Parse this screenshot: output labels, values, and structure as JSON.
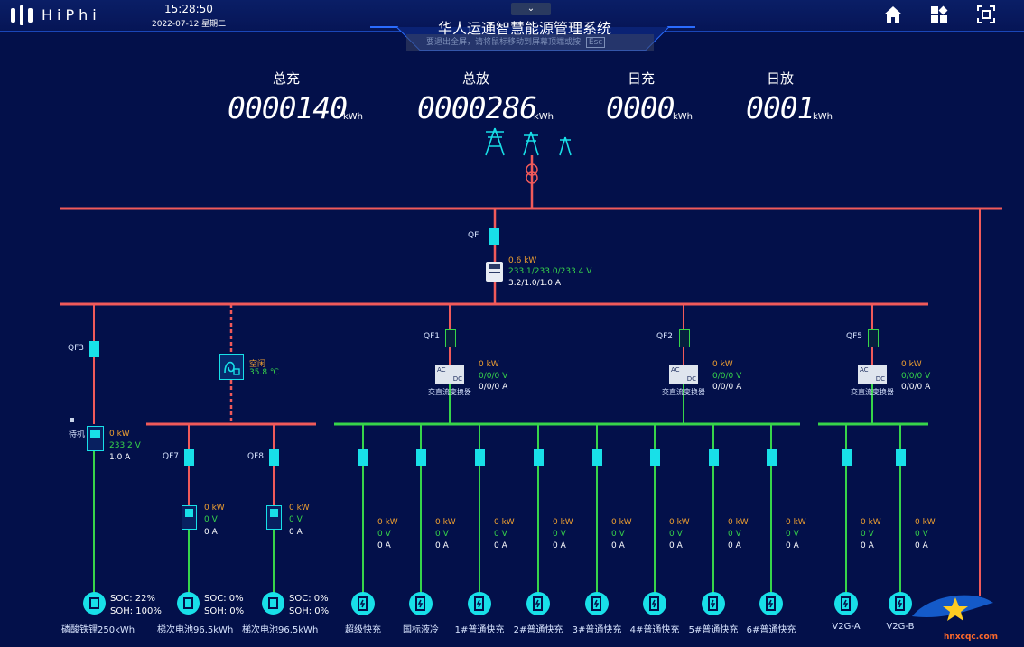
{
  "header": {
    "brand": "HiPhi",
    "time": "15:28:50",
    "date": "2022-07-12 星期二",
    "title": "华人运通智慧能源管理系统",
    "notice": "要退出全屏，请将鼠标移动到屏幕顶端或按",
    "notice_key": "Esc",
    "icons": [
      "home-icon",
      "grid-icon",
      "fullscreen-icon"
    ]
  },
  "totals": [
    {
      "label": "总充",
      "value": "0000140",
      "unit": "kWh"
    },
    {
      "label": "总放",
      "value": "0000286",
      "unit": "kWh"
    },
    {
      "label": "日充",
      "value": "0000",
      "unit": "kWh"
    },
    {
      "label": "日放",
      "value": "0001",
      "unit": "kWh"
    }
  ],
  "main_breaker": {
    "label": "QF",
    "power": "0.6 kW",
    "voltage": "233.1/233.0/233.4 V",
    "current": "3.2/1.0/1.0 A"
  },
  "qf3": {
    "label": "QF3",
    "status": "待机",
    "power": "0 kW",
    "voltage": "233.2 V",
    "current": "1.0 A"
  },
  "aircon": {
    "label": "空闲",
    "temp": "35.8 ℃"
  },
  "converters": [
    {
      "breaker": "QF1",
      "power": "0 kW",
      "voltage": "0/0/0 V",
      "current": "0/0/0 A",
      "name": "交直流变换器",
      "ac": "AC",
      "dc": "DC"
    },
    {
      "breaker": "QF2",
      "power": "0 kW",
      "voltage": "0/0/0 V",
      "current": "0/0/0 A",
      "name": "交直流变换器",
      "ac": "AC",
      "dc": "DC"
    },
    {
      "breaker": "QF5",
      "power": "0 kW",
      "voltage": "0/0/0 V",
      "current": "0/0/0 A",
      "name": "交直流变换器",
      "ac": "AC",
      "dc": "DC"
    }
  ],
  "storage_breakers": [
    {
      "breaker": "QF7",
      "power": "0 kW",
      "voltage": "0 V",
      "current": "0 A"
    },
    {
      "breaker": "QF8",
      "power": "0 kW",
      "voltage": "0 V",
      "current": "0 A"
    }
  ],
  "batteries": [
    {
      "soc": "SOC: 22%",
      "soh": "SOH: 100%",
      "name": "磷酸铁锂250kWh"
    },
    {
      "soc": "SOC: 0%",
      "soh": "SOH: 0%",
      "name": "梯次电池96.5kWh"
    },
    {
      "soc": "SOC: 0%",
      "soh": "SOH: 0%",
      "name": "梯次电池96.5kWh"
    }
  ],
  "chargers": [
    {
      "name": "超级快充",
      "power": "0 kW",
      "voltage": "0 V",
      "current": "0 A"
    },
    {
      "name": "国标液冷",
      "power": "0 kW",
      "voltage": "0 V",
      "current": "0 A"
    },
    {
      "name": "1#普通快充",
      "power": "0 kW",
      "voltage": "0 V",
      "current": "0 A"
    },
    {
      "name": "2#普通快充",
      "power": "0 kW",
      "voltage": "0 V",
      "current": "0 A"
    },
    {
      "name": "3#普通快充",
      "power": "0 kW",
      "voltage": "0 V",
      "current": "0 A"
    },
    {
      "name": "4#普通快充",
      "power": "0 kW",
      "voltage": "0 V",
      "current": "0 A"
    },
    {
      "name": "5#普通快充",
      "power": "0 kW",
      "voltage": "0 V",
      "current": "0 A"
    },
    {
      "name": "6#普通快充",
      "power": "0 kW",
      "voltage": "0 V",
      "current": "0 A"
    },
    {
      "name": "V2G-A",
      "power": "0 kW",
      "voltage": "0 V",
      "current": "0 A"
    },
    {
      "name": "V2G-B",
      "power": "0 kW",
      "voltage": "0 V",
      "current": "0 A"
    }
  ],
  "watermark": "hnxcqc.com",
  "colors": {
    "bg": "#03104a",
    "bus_red": "#f05a5a",
    "bus_green": "#37d54a",
    "cyan": "#18e0e8",
    "orange": "#f0a030"
  }
}
